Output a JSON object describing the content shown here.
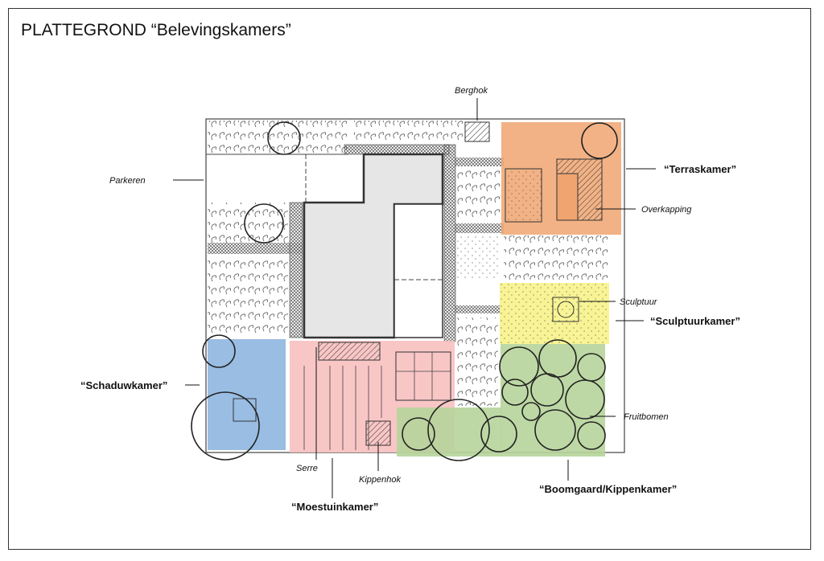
{
  "title": "PLATTEGROND “Belevingskamers”",
  "labels": {
    "berghok": "Berghok",
    "parkeren": "Parkeren",
    "overkapping": "Overkapping",
    "sculptuur": "Sculptuur",
    "fruitbomen": "Fruitbomen",
    "serre": "Serre",
    "kippenhok": "Kippenhok"
  },
  "rooms": {
    "terras": "“Terraskamer”",
    "sculptuur": "“Sculptuurkamer”",
    "schaduw": "“Schaduwkamer”",
    "moestuin": "“Moestuinkamer”",
    "boomgaard": "“Boomgaard/Kippenkamer”"
  },
  "colors": {
    "terras": "#f0a470",
    "sculptuur": "#f7f38a",
    "schaduw": "#8fb6e0",
    "moestuin": "#f8c0c0",
    "boomgaard": "#b6d49a",
    "house": "#e6e6e6"
  }
}
